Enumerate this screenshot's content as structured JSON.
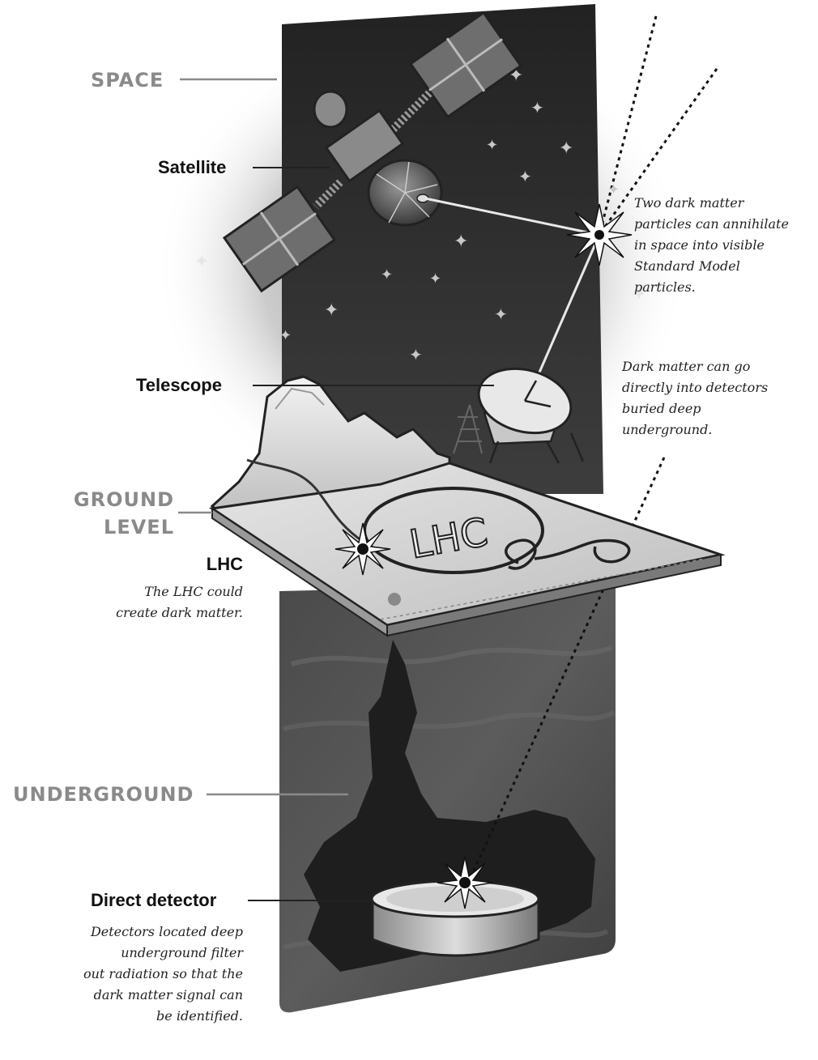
{
  "levels": {
    "space": "SPACE",
    "ground_line1": "GROUND",
    "ground_line2": "LEVEL",
    "underground": "UNDERGROUND"
  },
  "objects": {
    "satellite": "Satellite",
    "telescope": "Telescope",
    "lhc_title": "LHC",
    "lhc_ring_label": "LHC",
    "direct_detector": "Direct detector"
  },
  "notes": {
    "annihilation": [
      "Two dark matter",
      "particles can annihilate",
      "in space into visible",
      "Standard Model",
      "particles."
    ],
    "direct": [
      "Dark matter can go",
      "directly into detectors",
      "buried deep",
      "underground."
    ],
    "lhc": [
      "The LHC could",
      "create dark matter."
    ],
    "detector": [
      "Detectors located deep",
      "underground filter",
      "out radiation so that the",
      "dark matter signal can",
      "be identified."
    ]
  },
  "colors": {
    "space_dark": "#2b2b2b",
    "underground_dark": "#3a3a3a",
    "level_label_gray": "#8a8a8a",
    "ground_plate": "#d2d2d2"
  }
}
